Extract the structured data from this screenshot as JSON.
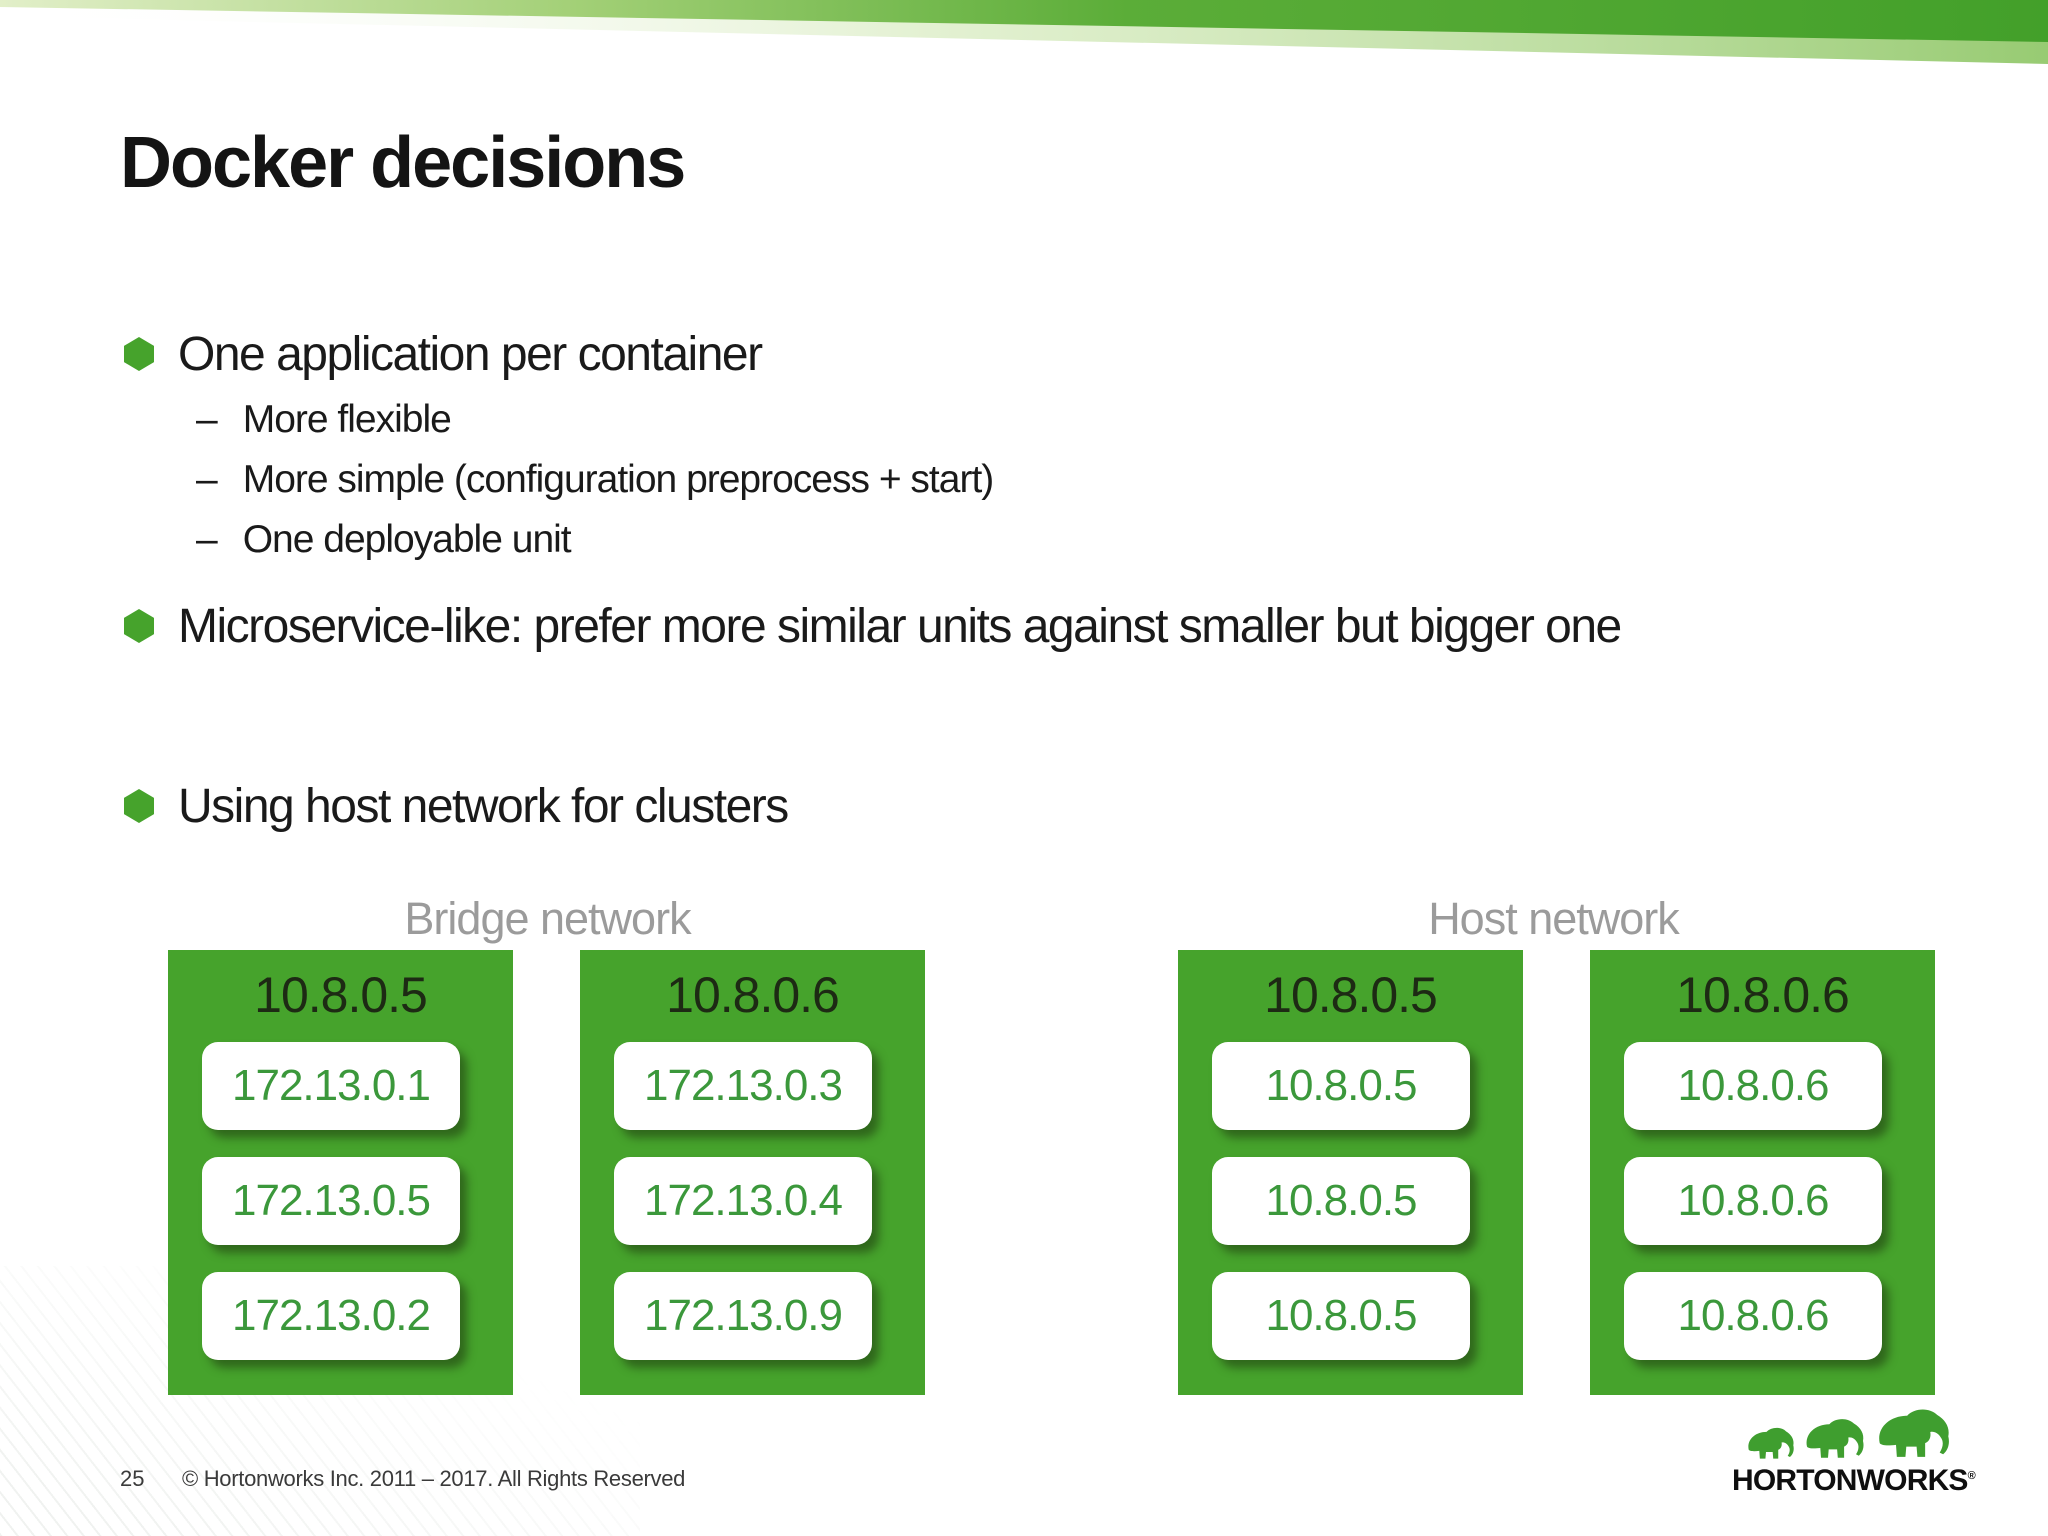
{
  "slide": {
    "title": "Docker decisions",
    "bullets": [
      {
        "text": "One application per container",
        "subs": [
          "More flexible",
          "More simple (configuration preprocess + start)",
          "One deployable unit"
        ]
      },
      {
        "text": "Microservice-like: prefer more similar units against smaller but bigger one"
      },
      {
        "text": "Using host network for clusters"
      }
    ],
    "sub_dash": "–"
  },
  "diagram": {
    "groups": [
      {
        "label": "Bridge network",
        "hosts": [
          {
            "ip": "10.8.0.5",
            "containers": [
              "172.13.0.1",
              "172.13.0.5",
              "172.13.0.2"
            ]
          },
          {
            "ip": "10.8.0.6",
            "containers": [
              "172.13.0.3",
              "172.13.0.4",
              "172.13.0.9"
            ]
          }
        ]
      },
      {
        "label": "Host network",
        "hosts": [
          {
            "ip": "10.8.0.5",
            "containers": [
              "10.8.0.5",
              "10.8.0.5",
              "10.8.0.5"
            ]
          },
          {
            "ip": "10.8.0.6",
            "containers": [
              "10.8.0.6",
              "10.8.0.6",
              "10.8.0.6"
            ]
          }
        ]
      }
    ]
  },
  "footer": {
    "page_number": "25",
    "copyright": "© Hortonworks Inc. 2011 – 2017. All Rights Reserved"
  },
  "logo": {
    "text": "HORTONWORKS",
    "reg_mark": "®"
  },
  "colors": {
    "brand_green": "#46a32c",
    "banner_light_green": "#cde6ae",
    "chip_text_green": "#3b983b",
    "host_header_text": "#1d2a14",
    "label_gray": "#9b9b9b",
    "body_text": "#1a1a1a",
    "footer_text": "#3a3a3a"
  }
}
